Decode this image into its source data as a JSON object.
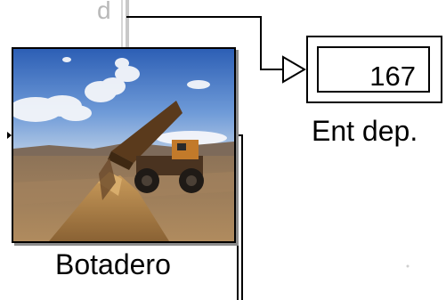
{
  "diagram": {
    "source_block": {
      "label": "Botadero",
      "image_description": "mining-dump-truck-photo"
    },
    "display_block": {
      "label": "Ent dep.",
      "value": "167"
    },
    "signal": {
      "port_label": "d"
    },
    "colors": {
      "line": "#000000",
      "faded_line": "#b8b8b8",
      "sky_top": "#2f63b8",
      "sky_bottom": "#8fb5e6",
      "ground": "#9c7a55",
      "truck": "#5a3a1c"
    }
  }
}
